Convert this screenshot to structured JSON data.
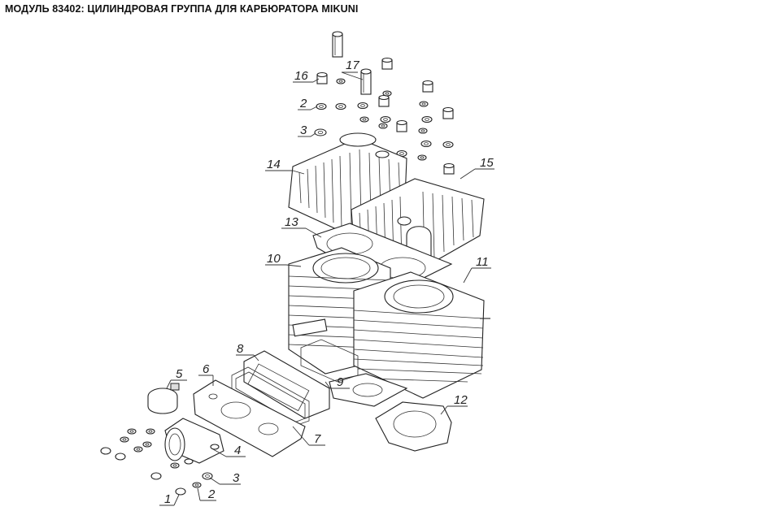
{
  "title": "МОДУЛЬ 83402: ЦИЛИНДРОВАЯ ГРУППА ДЛЯ КАРБЮРАТОРА MIKUNI",
  "callouts": {
    "c1": "1",
    "c2a": "2",
    "c2b": "2",
    "c3a": "3",
    "c3b": "3",
    "c4": "4",
    "c5": "5",
    "c6": "6",
    "c7": "7",
    "c8": "8",
    "c9": "9",
    "c10": "10",
    "c11": "11",
    "c12": "12",
    "c13": "13",
    "c14": "14",
    "c15": "15",
    "c16": "16",
    "c17": "17"
  }
}
